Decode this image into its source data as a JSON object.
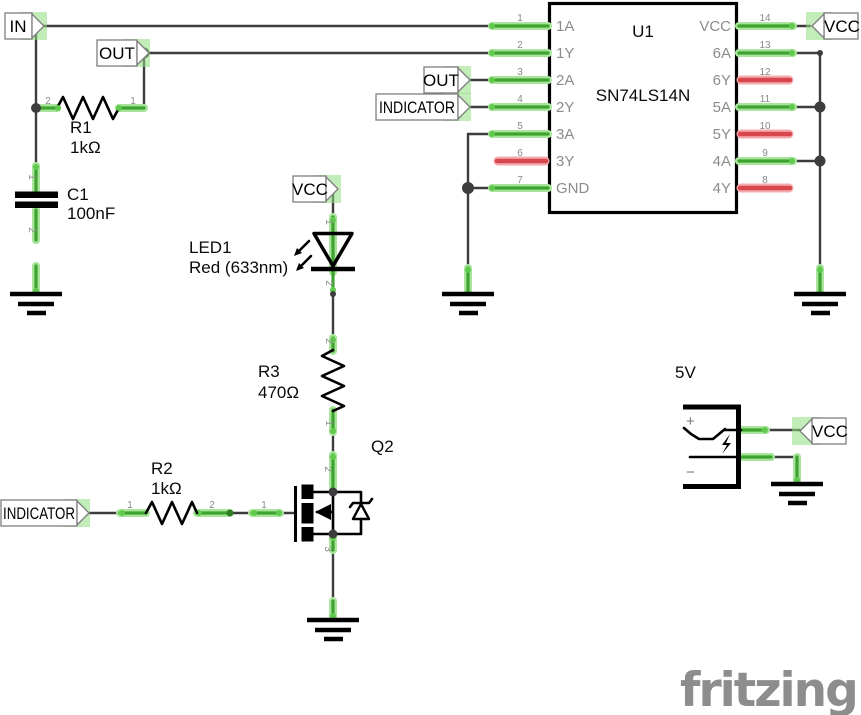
{
  "watermark": "fritzing",
  "colors": {
    "wire": "#3d3d3d",
    "pin_connected": "#3fa42f",
    "pin_unconnected": "#d8474e",
    "connector_highlight": "#8fdd7e",
    "text_gray": "#8c8c8c",
    "component_black": "#000000"
  },
  "net_labels": {
    "in": "IN",
    "out": "OUT",
    "indicator": "INDICATOR",
    "vcc": "VCC"
  },
  "ic_u1": {
    "ref": "U1",
    "part": "SN74LS14N",
    "left_pins": [
      {
        "num": "1",
        "name": "1A"
      },
      {
        "num": "2",
        "name": "1Y"
      },
      {
        "num": "3",
        "name": "2A"
      },
      {
        "num": "4",
        "name": "2Y"
      },
      {
        "num": "5",
        "name": "3A"
      },
      {
        "num": "6",
        "name": "3Y"
      },
      {
        "num": "7",
        "name": "GND"
      }
    ],
    "right_pins": [
      {
        "num": "14",
        "name": "VCC"
      },
      {
        "num": "13",
        "name": "6A"
      },
      {
        "num": "12",
        "name": "6Y"
      },
      {
        "num": "11",
        "name": "5A"
      },
      {
        "num": "10",
        "name": "5Y"
      },
      {
        "num": "9",
        "name": "4A"
      },
      {
        "num": "8",
        "name": "4Y"
      }
    ]
  },
  "r1": {
    "ref": "R1",
    "value": "1kΩ",
    "pin_left": "2",
    "pin_right": "1"
  },
  "r2": {
    "ref": "R2",
    "value": "1kΩ",
    "pin_left": "1",
    "pin_right": "2"
  },
  "r3": {
    "ref": "R3",
    "value": "470Ω",
    "pin_top": "2",
    "pin_bottom": "1"
  },
  "c1": {
    "ref": "C1",
    "value": "100nF",
    "pin_top": "1",
    "pin_bottom": "2"
  },
  "led1": {
    "ref": "LED1",
    "value": "Red (633nm)",
    "pin_top": "1",
    "pin_bottom": "2"
  },
  "q2": {
    "ref": "Q2",
    "pin_gate": "1",
    "pin_drain": "2",
    "pin_source": "3"
  },
  "supply": {
    "voltage": "5V",
    "plus": "+",
    "minus": "−"
  }
}
